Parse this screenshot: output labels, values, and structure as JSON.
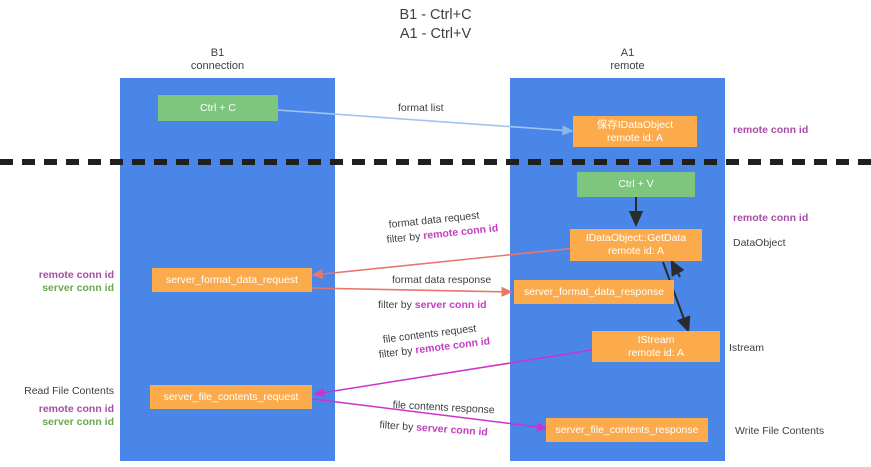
{
  "title": "B1 - Ctrl+C\nA1 - Ctrl+V",
  "lanes": [
    {
      "id": "b1",
      "header": "B1\nconnection"
    },
    {
      "id": "a1",
      "header": "A1\nremote"
    }
  ],
  "nodes": {
    "ctrl_c": {
      "line1": "Ctrl + C",
      "line2": ""
    },
    "save_idataobject": {
      "line1": "保存IDataObject",
      "line2": "remote id: A"
    },
    "ctrl_v": {
      "line1": "Ctrl + V",
      "line2": ""
    },
    "getdata": {
      "line1": "IDataObject::GetData",
      "line2": "remote id: A"
    },
    "server_format_data_request": {
      "line1": "server_format_data_request",
      "line2": ""
    },
    "server_format_data_response": {
      "line1": "server_format_data_response",
      "line2": ""
    },
    "istream": {
      "line1": "IStream",
      "line2": "remote id: A"
    },
    "server_file_contents_request": {
      "line1": "server_file_contents_request",
      "line2": ""
    },
    "server_file_contents_response": {
      "line1": "server_file_contents_response",
      "line2": ""
    }
  },
  "annotations": {
    "right_remote_conn_id_1": "remote conn id",
    "right_data_object": "DataObject",
    "right_remote_conn_id_2": "remote conn id",
    "right_istream": "Istream",
    "right_write_file_contents": "Write File Contents",
    "left_remote_conn_id": "remote conn id",
    "left_server_conn_id": "server conn id",
    "left_read_file_contents": "Read File Contents",
    "left_remote_conn_id_2": "remote conn id",
    "left_server_conn_id_2": "server conn id"
  },
  "edge_labels": {
    "format_list": "format list",
    "format_data_request": "format data request",
    "filter_by_remote_1_prefix": "filter by ",
    "filter_by_remote_1_key": "remote conn id",
    "format_data_response": "format data response",
    "filter_by_server_1_prefix": "filter by ",
    "filter_by_server_1_key": "server conn id",
    "file_contents_request": "file contents request",
    "filter_by_remote_2_prefix": "filter by ",
    "filter_by_remote_2_key": "remote conn id",
    "file_contents_response": "file contents response",
    "filter_by_server_2_prefix": "filter by ",
    "filter_by_server_2_key": "server conn id"
  },
  "colors": {
    "lane": "#4a86e8",
    "green_node": "#7ec57e",
    "orange_node": "#fbab4c",
    "purple_text": "#a64ca6",
    "green_text": "#6aa84f",
    "magenta_edge": "#cc33cc",
    "red_edge": "#e8766a",
    "blue_edge": "#9fc5f0",
    "divider": "#222222"
  }
}
